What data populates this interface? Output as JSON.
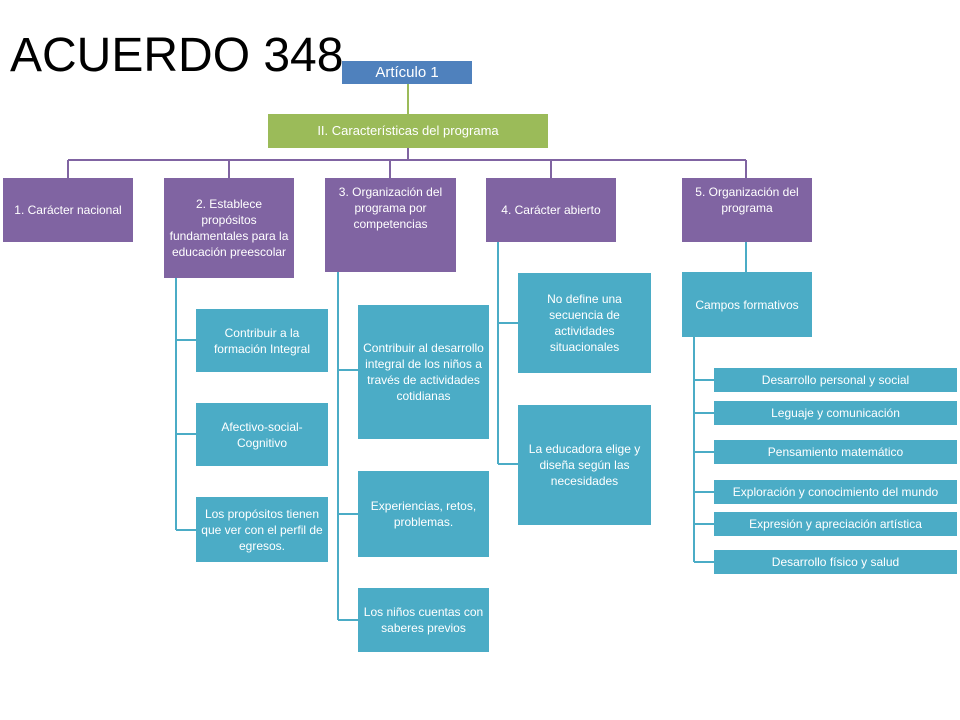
{
  "title": "ACUERDO 348",
  "root": "Artículo 1",
  "section": "II. Características del programa",
  "branches": [
    {
      "label": "1. Carácter nacional",
      "children": []
    },
    {
      "label": "2. Establece propósitos fundamentales para la educación preescolar",
      "children": [
        "Contribuir a la formación Integral",
        "Afectivo-social-Cognitivo",
        "Los propósitos tienen que ver con el perfil de egresos."
      ]
    },
    {
      "label": "3. Organización del programa por competencias",
      "children": [
        "Contribuir al desarrollo integral de los niños a través de actividades cotidianas",
        "Experiencias, retos, problemas.",
        "Los niños cuentas con saberes previos"
      ]
    },
    {
      "label": "4. Carácter abierto",
      "children": [
        "No define una secuencia de actividades situacionales",
        "La educadora elige y diseña según las necesidades"
      ]
    },
    {
      "label": "5. Organización del programa",
      "children": [
        "Campos formativos"
      ],
      "subitems": [
        "Desarrollo personal y social",
        "Leguaje y comunicación",
        "Pensamiento matemático",
        "Exploración y conocimiento del mundo",
        "Expresión y apreciación artística",
        "Desarrollo físico y salud"
      ]
    }
  ],
  "colors": {
    "root": "#4f81bd",
    "section": "#9bbb59",
    "branch": "#8064a2",
    "leaf": "#4bacc6",
    "title": "#000000"
  }
}
